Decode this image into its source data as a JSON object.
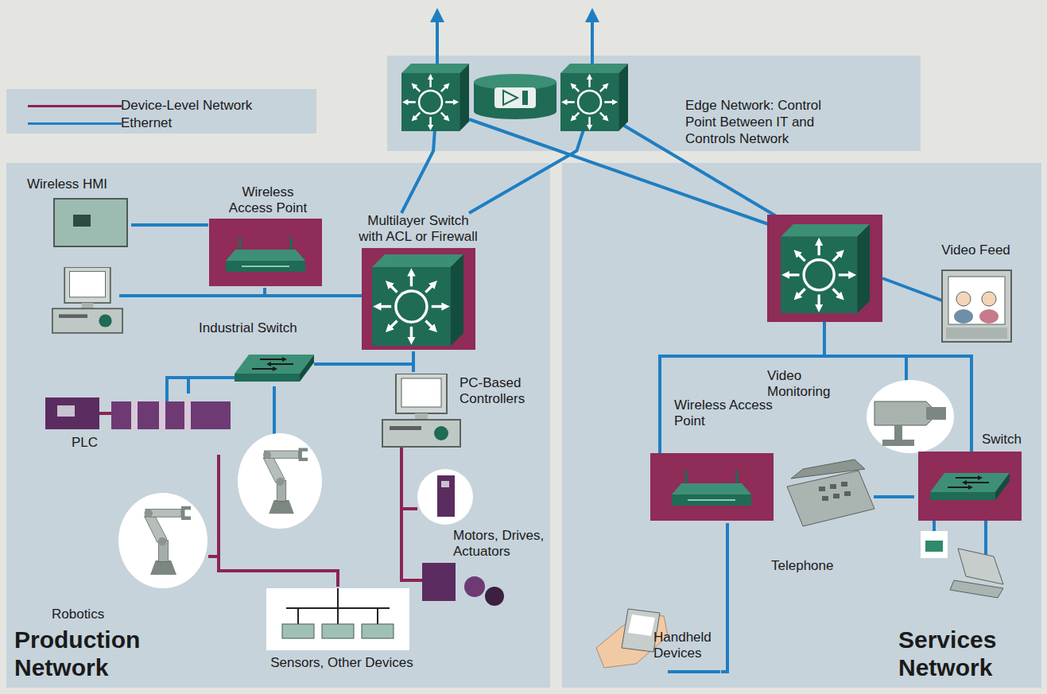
{
  "diagram": {
    "nodes": [
      {
        "text": [
          "Edge Network: Control Point Between IT and Controls Network"
        ]
      },
      {
        "text": [
          "Production Network"
        ]
      },
      {
        "text": [
          "Wireless HMI"
        ],
        "in": 1
      },
      {
        "text": [
          "Wireless Access Point"
        ],
        "in": 1
      },
      {
        "text": [
          "Multilayer Switch with ACL or Firewall"
        ],
        "in": 1
      },
      {
        "text": [
          "Industrial Switch"
        ],
        "in": 1
      },
      {
        "text": [
          "PLC"
        ],
        "in": 1
      },
      {
        "text": [
          "PC-Based Controllers"
        ],
        "in": 1
      },
      {
        "text": [
          "Robotics"
        ],
        "in": 1
      },
      {
        "text": [
          "Motors, Drives, Actuators"
        ],
        "in": 1
      },
      {
        "text": [
          "Sensors, Other Devices"
        ],
        "in": 1
      },
      {
        "text": [
          "Services Network"
        ]
      },
      {
        "text": [
          "Video Feed"
        ],
        "in": 11
      },
      {
        "text": [
          "Video Monitoring"
        ],
        "in": 11
      },
      {
        "text": [
          "Wireless Access Point"
        ],
        "in": 11
      },
      {
        "text": [
          "Switch"
        ],
        "in": 11
      },
      {
        "text": [
          "Telephone"
        ],
        "in": 11
      },
      {
        "text": [
          "Handheld Devices"
        ],
        "in": 11
      }
    ],
    "edges": [
      {
        "from": 2,
        "to": 3,
        "arrow": "none"
      },
      {
        "from": 3,
        "to": 4,
        "arrow": "none"
      },
      {
        "from": 4,
        "to": 0,
        "arrow": "none"
      },
      {
        "from": 4,
        "to": 0,
        "arrow": "none"
      },
      {
        "from": 4,
        "to": 5,
        "arrow": "none"
      },
      {
        "from": 4,
        "to": 7,
        "arrow": "none"
      },
      {
        "from": 5,
        "to": 6,
        "arrow": "none"
      },
      {
        "from": 6,
        "to": 8,
        "arrow": "none"
      },
      {
        "from": 6,
        "to": 10,
        "arrow": "none"
      },
      {
        "from": 7,
        "to": 9,
        "arrow": "none"
      },
      {
        "from": 14,
        "to": 17,
        "arrow": "none"
      },
      {
        "from": 15,
        "to": 16,
        "arrow": "none"
      }
    ],
    "legend": [
      {
        "text": "Device-Level Network",
        "color": "#8b2456"
      },
      {
        "text": "Ethernet",
        "color": "#1f7ec2"
      }
    ]
  }
}
